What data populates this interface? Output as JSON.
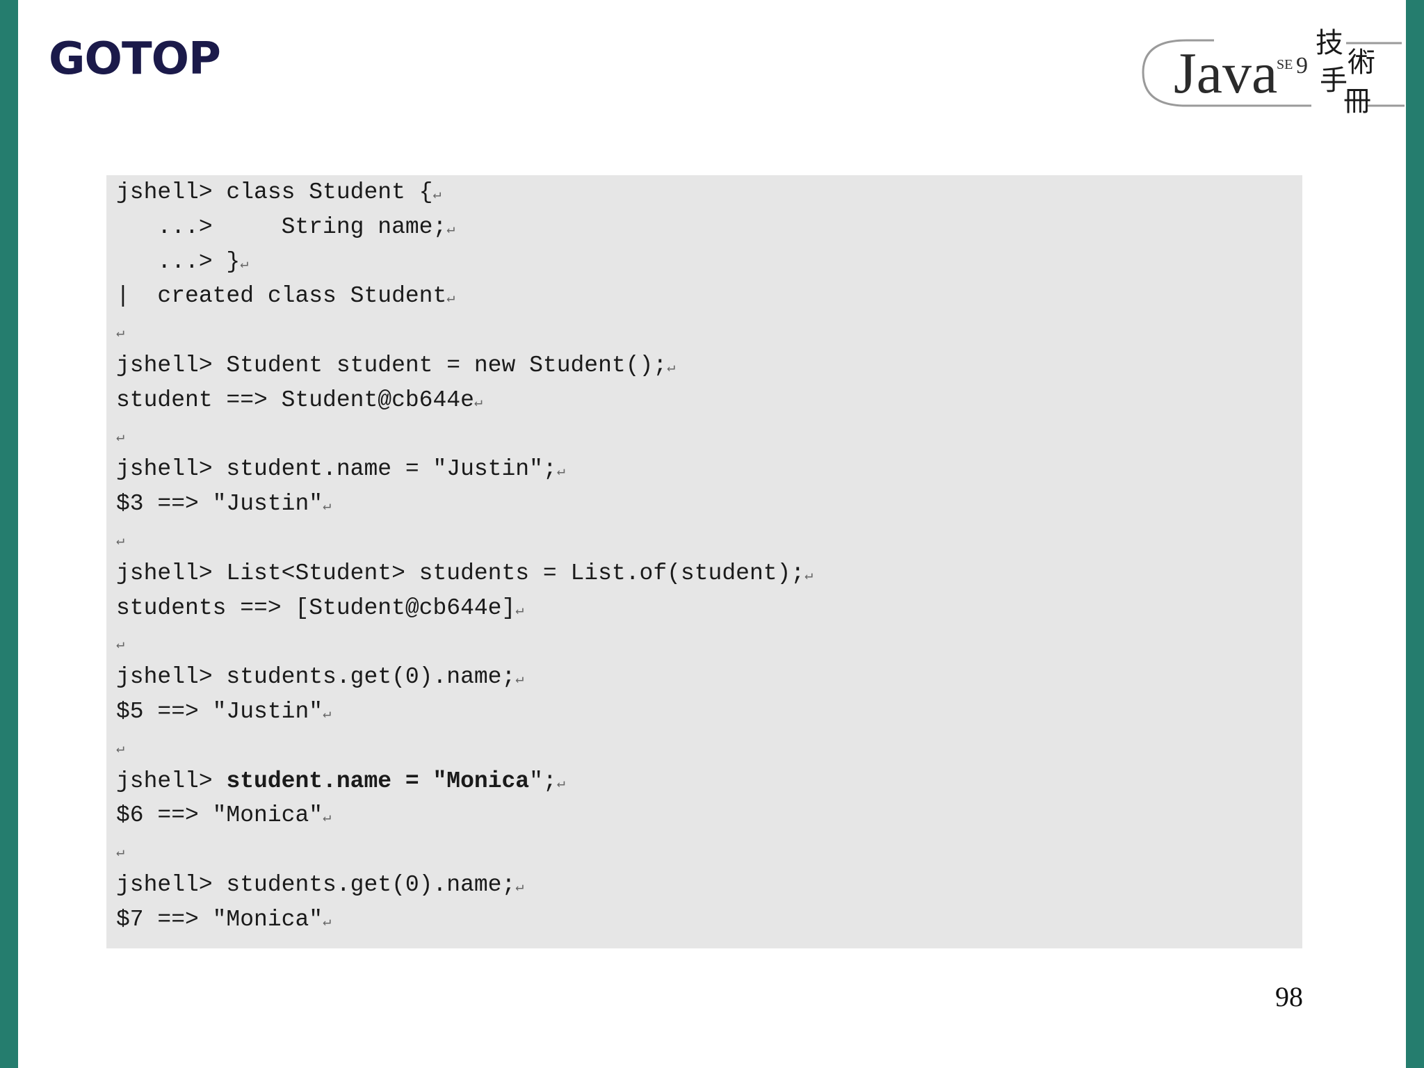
{
  "header": {
    "brand_left": "GOTOP",
    "brand_right": {
      "word": "Java",
      "se": "SE",
      "version": "9",
      "chinese": [
        "技",
        "術",
        "手",
        "冊"
      ]
    }
  },
  "code": {
    "return_mark": "↵",
    "lines": [
      {
        "pre": "jshell> class Student {",
        "bold": "",
        "post": ""
      },
      {
        "pre": "   ...>     String name;",
        "bold": "",
        "post": ""
      },
      {
        "pre": "   ...> }",
        "bold": "",
        "post": ""
      },
      {
        "pre": "|  created class Student",
        "bold": "",
        "post": ""
      },
      {
        "pre": "",
        "bold": "",
        "post": ""
      },
      {
        "pre": "jshell> Student student = new Student();",
        "bold": "",
        "post": ""
      },
      {
        "pre": "student ==> Student@cb644e",
        "bold": "",
        "post": ""
      },
      {
        "pre": "",
        "bold": "",
        "post": ""
      },
      {
        "pre": "jshell> student.name = \"Justin\";",
        "bold": "",
        "post": ""
      },
      {
        "pre": "$3 ==> \"Justin\"",
        "bold": "",
        "post": ""
      },
      {
        "pre": "",
        "bold": "",
        "post": ""
      },
      {
        "pre": "jshell> List<Student> students = List.of(student);",
        "bold": "",
        "post": ""
      },
      {
        "pre": "students ==> [Student@cb644e]",
        "bold": "",
        "post": ""
      },
      {
        "pre": "",
        "bold": "",
        "post": ""
      },
      {
        "pre": "jshell> students.get(0).name;",
        "bold": "",
        "post": ""
      },
      {
        "pre": "$5 ==> \"Justin\"",
        "bold": "",
        "post": ""
      },
      {
        "pre": "",
        "bold": "",
        "post": ""
      },
      {
        "pre": "jshell> ",
        "bold": "student.name = \"Monica",
        "post": "\";"
      },
      {
        "pre": "$6 ==> \"Monica\"",
        "bold": "",
        "post": ""
      },
      {
        "pre": "",
        "bold": "",
        "post": ""
      },
      {
        "pre": "jshell> students.get(0).name;",
        "bold": "",
        "post": ""
      },
      {
        "pre": "$7 ==> \"Monica\"",
        "bold": "",
        "post": ""
      }
    ]
  },
  "page_number": "98",
  "colors": {
    "side_bar": "#257d6e",
    "code_background": "#e6e6e6",
    "brand_navy": "#1b1a4a"
  }
}
